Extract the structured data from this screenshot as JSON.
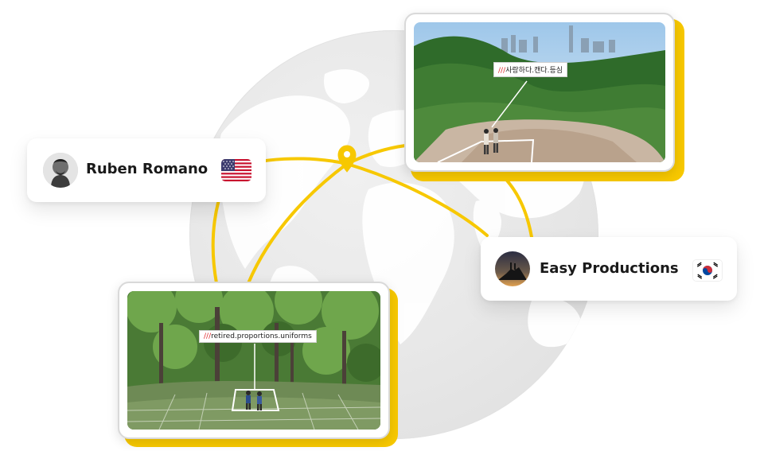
{
  "colors": {
    "accent": "#f7c800",
    "globe": "#e6e6e6",
    "land": "#ffffff"
  },
  "cards": {
    "left_person": {
      "name": "Ruben Romano",
      "flag_icon": "usa-flag-icon",
      "avatar_icon": "avatar-photo"
    },
    "right_person": {
      "name": "Easy Productions",
      "flag_icon": "south-korea-flag-icon",
      "avatar_icon": "avatar-photo"
    }
  },
  "photos": {
    "top": {
      "tag_prefix": "///",
      "tag_words": "사랑하다.캔다.등심"
    },
    "bottom": {
      "tag_prefix": "///",
      "tag_words": "retired.proportions.uniforms"
    }
  },
  "icons": {
    "pin": "location-pin-icon"
  }
}
